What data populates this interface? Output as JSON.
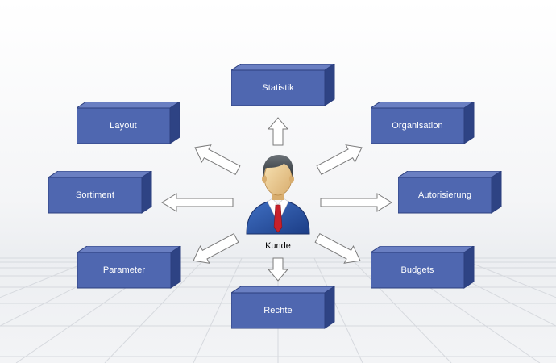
{
  "center": {
    "label": "Kunde",
    "icon": "business-person-icon"
  },
  "boxes": [
    {
      "id": "statistik",
      "label": "Statistik"
    },
    {
      "id": "layout",
      "label": "Layout"
    },
    {
      "id": "organisation",
      "label": "Organisation"
    },
    {
      "id": "sortiment",
      "label": "Sortiment"
    },
    {
      "id": "autorisierung",
      "label": "Autorisierung"
    },
    {
      "id": "parameter",
      "label": "Parameter"
    },
    {
      "id": "budgets",
      "label": "Budgets"
    },
    {
      "id": "rechte",
      "label": "Rechte"
    }
  ],
  "colors": {
    "box_front": "#4f67b0",
    "box_top": "#6a7fc2",
    "box_side": "#2e4384",
    "box_border": "#2c3f7e",
    "arrow_fill": "#ffffff",
    "arrow_stroke": "#7a7a7a"
  }
}
